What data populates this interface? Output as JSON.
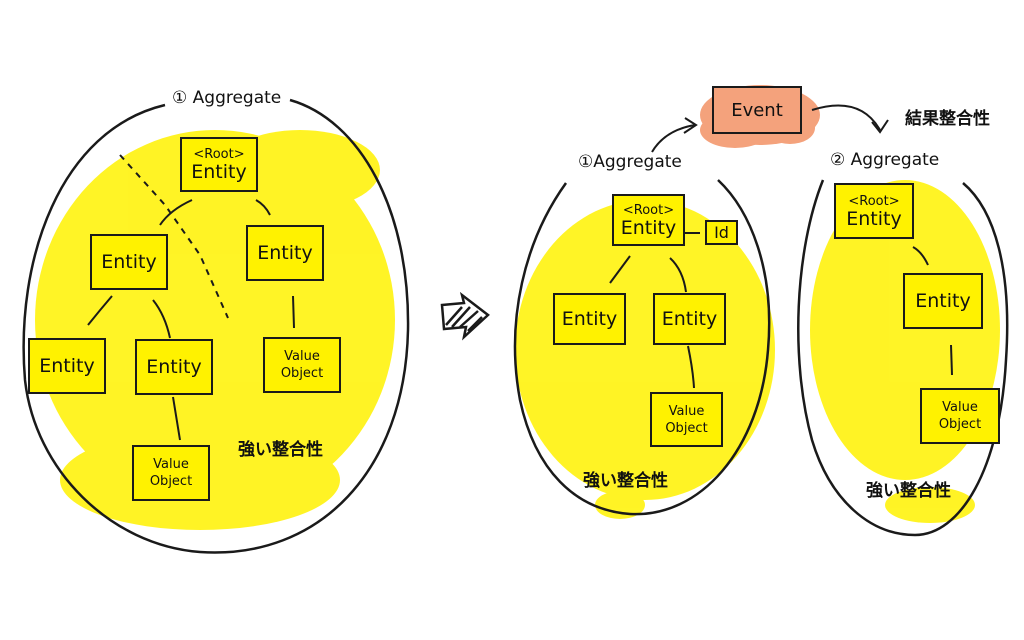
{
  "colors": {
    "highlight": "#fff200",
    "event": "#f4a27c",
    "ink": "#1a1a1a"
  },
  "left": {
    "aggregate_label": "① Aggregate",
    "root": {
      "stereotype": "<Root>",
      "name": "Entity"
    },
    "entities": [
      "Entity",
      "Entity",
      "Entity",
      "Entity"
    ],
    "value_objects": [
      {
        "line1": "Value",
        "line2": "Object"
      },
      {
        "line1": "Value",
        "line2": "Object"
      }
    ],
    "consistency": "強い整合性"
  },
  "arrow_icon": "hatched-right-arrow",
  "right": {
    "event_label": "Event",
    "eventual_consistency": "結果整合性",
    "aggregate1": {
      "label": "①Aggregate",
      "root": {
        "stereotype": "<Root>",
        "name": "Entity"
      },
      "id_label": "Id",
      "entities": [
        "Entity",
        "Entity"
      ],
      "value_object": {
        "line1": "Value",
        "line2": "Object"
      },
      "consistency": "強い整合性"
    },
    "aggregate2": {
      "label": "② Aggregate",
      "root": {
        "stereotype": "<Root>",
        "name": "Entity"
      },
      "entities": [
        "Entity"
      ],
      "value_object": {
        "line1": "Value",
        "line2": "Object"
      },
      "consistency": "強い整合性"
    }
  }
}
